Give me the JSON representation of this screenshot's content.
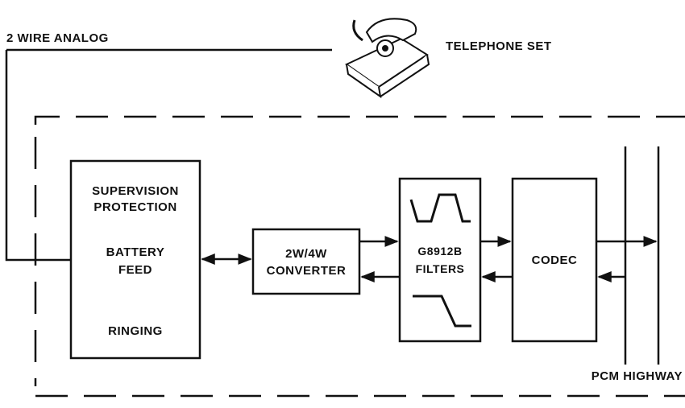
{
  "labels": {
    "two_wire_analog": "2 WIRE ANALOG",
    "telephone_set": "TELEPHONE SET",
    "pcm_highway": "PCM HIGHWAY"
  },
  "blocks": {
    "slic": {
      "line1": "SUPERVISION",
      "line2": "PROTECTION",
      "line3": "BATTERY",
      "line4": "FEED",
      "line5": "RINGING"
    },
    "converter": {
      "line1": "2W/4W",
      "line2": "CONVERTER"
    },
    "filters": {
      "line1": "G8912B",
      "line2": "FILTERS"
    },
    "codec": {
      "line1": "CODEC"
    }
  },
  "colors": {
    "ink": "#111111",
    "background": "#ffffff"
  }
}
